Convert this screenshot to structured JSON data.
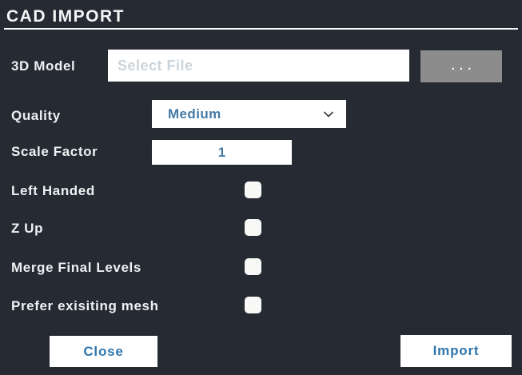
{
  "dialog": {
    "title": "CAD IMPORT",
    "background_color": "#262b33",
    "accent_color": "#3a76a8"
  },
  "form": {
    "model": {
      "label": "3D Model",
      "value": "",
      "placeholder": "Select File",
      "browse_label": "..."
    },
    "quality": {
      "label": "Quality",
      "selected_value": "Medium"
    },
    "scale_factor": {
      "label": "Scale Factor",
      "value": "1"
    },
    "checkboxes": [
      {
        "label": "Left Handed",
        "checked": false
      },
      {
        "label": "Z Up",
        "checked": false
      },
      {
        "label": "Merge Final Levels",
        "checked": false
      },
      {
        "label": "Prefer exisiting mesh",
        "checked": false
      }
    ]
  },
  "actions": {
    "close_label": "Close",
    "import_label": "Import"
  }
}
